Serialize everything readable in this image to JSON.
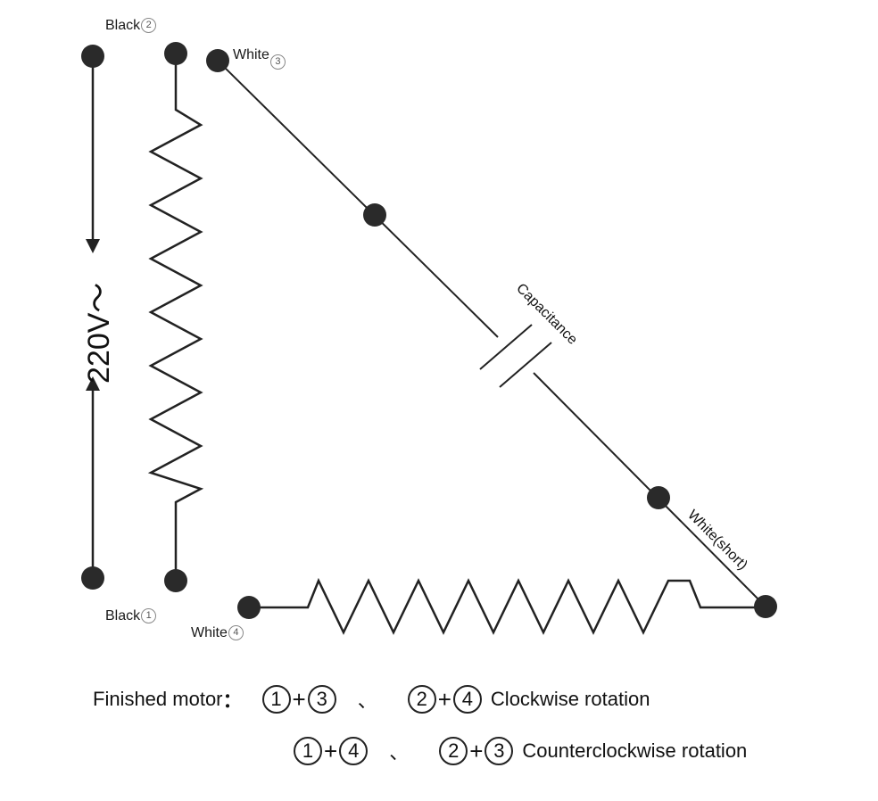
{
  "voltage": "220V～",
  "terminals": {
    "black2": {
      "text": "Black",
      "num": "2"
    },
    "white3": {
      "text": "White",
      "num": "3"
    },
    "black1": {
      "text": "Black",
      "num": "1"
    },
    "white4": {
      "text": "White",
      "num": "4"
    }
  },
  "capacitance_label": "Capacitance",
  "white_short_label": "White(short)",
  "legend": {
    "title": "Finished motor",
    "colon": "：",
    "rows": [
      {
        "a": "1",
        "b": "3",
        "c": "2",
        "d": "4",
        "plus": "+",
        "sep": "、",
        "text": "Clockwise rotation"
      },
      {
        "a": "1",
        "b": "4",
        "c": "2",
        "d": "3",
        "plus": "+",
        "sep": "、",
        "text": "Counterclockwise rotation"
      }
    ]
  }
}
